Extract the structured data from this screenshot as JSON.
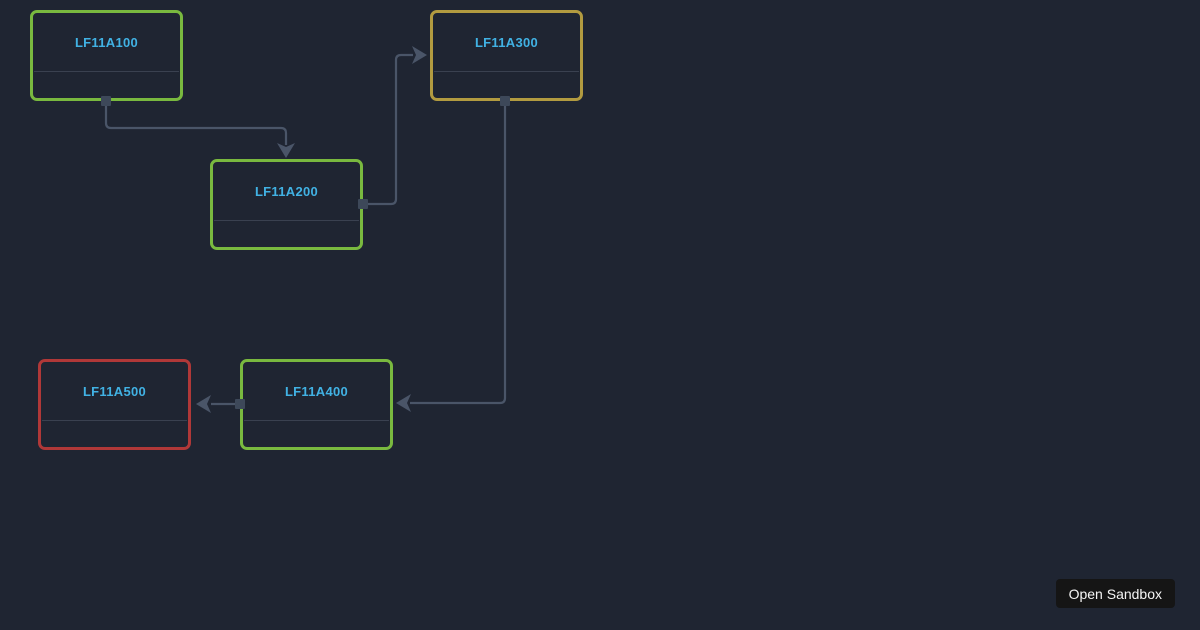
{
  "app": {
    "open_sandbox_label": "Open Sandbox",
    "button_bg": "#151515",
    "button_text_color": "#f5f5f5"
  },
  "diagram": {
    "background_color": "#1f2532",
    "edge_color": "#4a5568",
    "handle_color": "#3d4859",
    "divider_color": "#3a4150",
    "label_color": "#41b2e4",
    "nodes": [
      {
        "id": "LF11A100",
        "label": "LF11A100",
        "border_color": "#79b93f",
        "label_color": "#41b2e4"
      },
      {
        "id": "LF11A200",
        "label": "LF11A200",
        "border_color": "#79b93f",
        "label_color": "#41b2e4"
      },
      {
        "id": "LF11A300",
        "label": "LF11A300",
        "border_color": "#b29b40",
        "label_color": "#41b2e4"
      },
      {
        "id": "LF11A400",
        "label": "LF11A400",
        "border_color": "#79b93f",
        "label_color": "#41b2e4"
      },
      {
        "id": "LF11A500",
        "label": "LF11A500",
        "border_color": "#b03838",
        "label_color": "#41b2e4"
      }
    ],
    "edges": [
      {
        "from": "LF11A100",
        "to": "LF11A200"
      },
      {
        "from": "LF11A200",
        "to": "LF11A300"
      },
      {
        "from": "LF11A300",
        "to": "LF11A400"
      },
      {
        "from": "LF11A400",
        "to": "LF11A500"
      }
    ]
  }
}
